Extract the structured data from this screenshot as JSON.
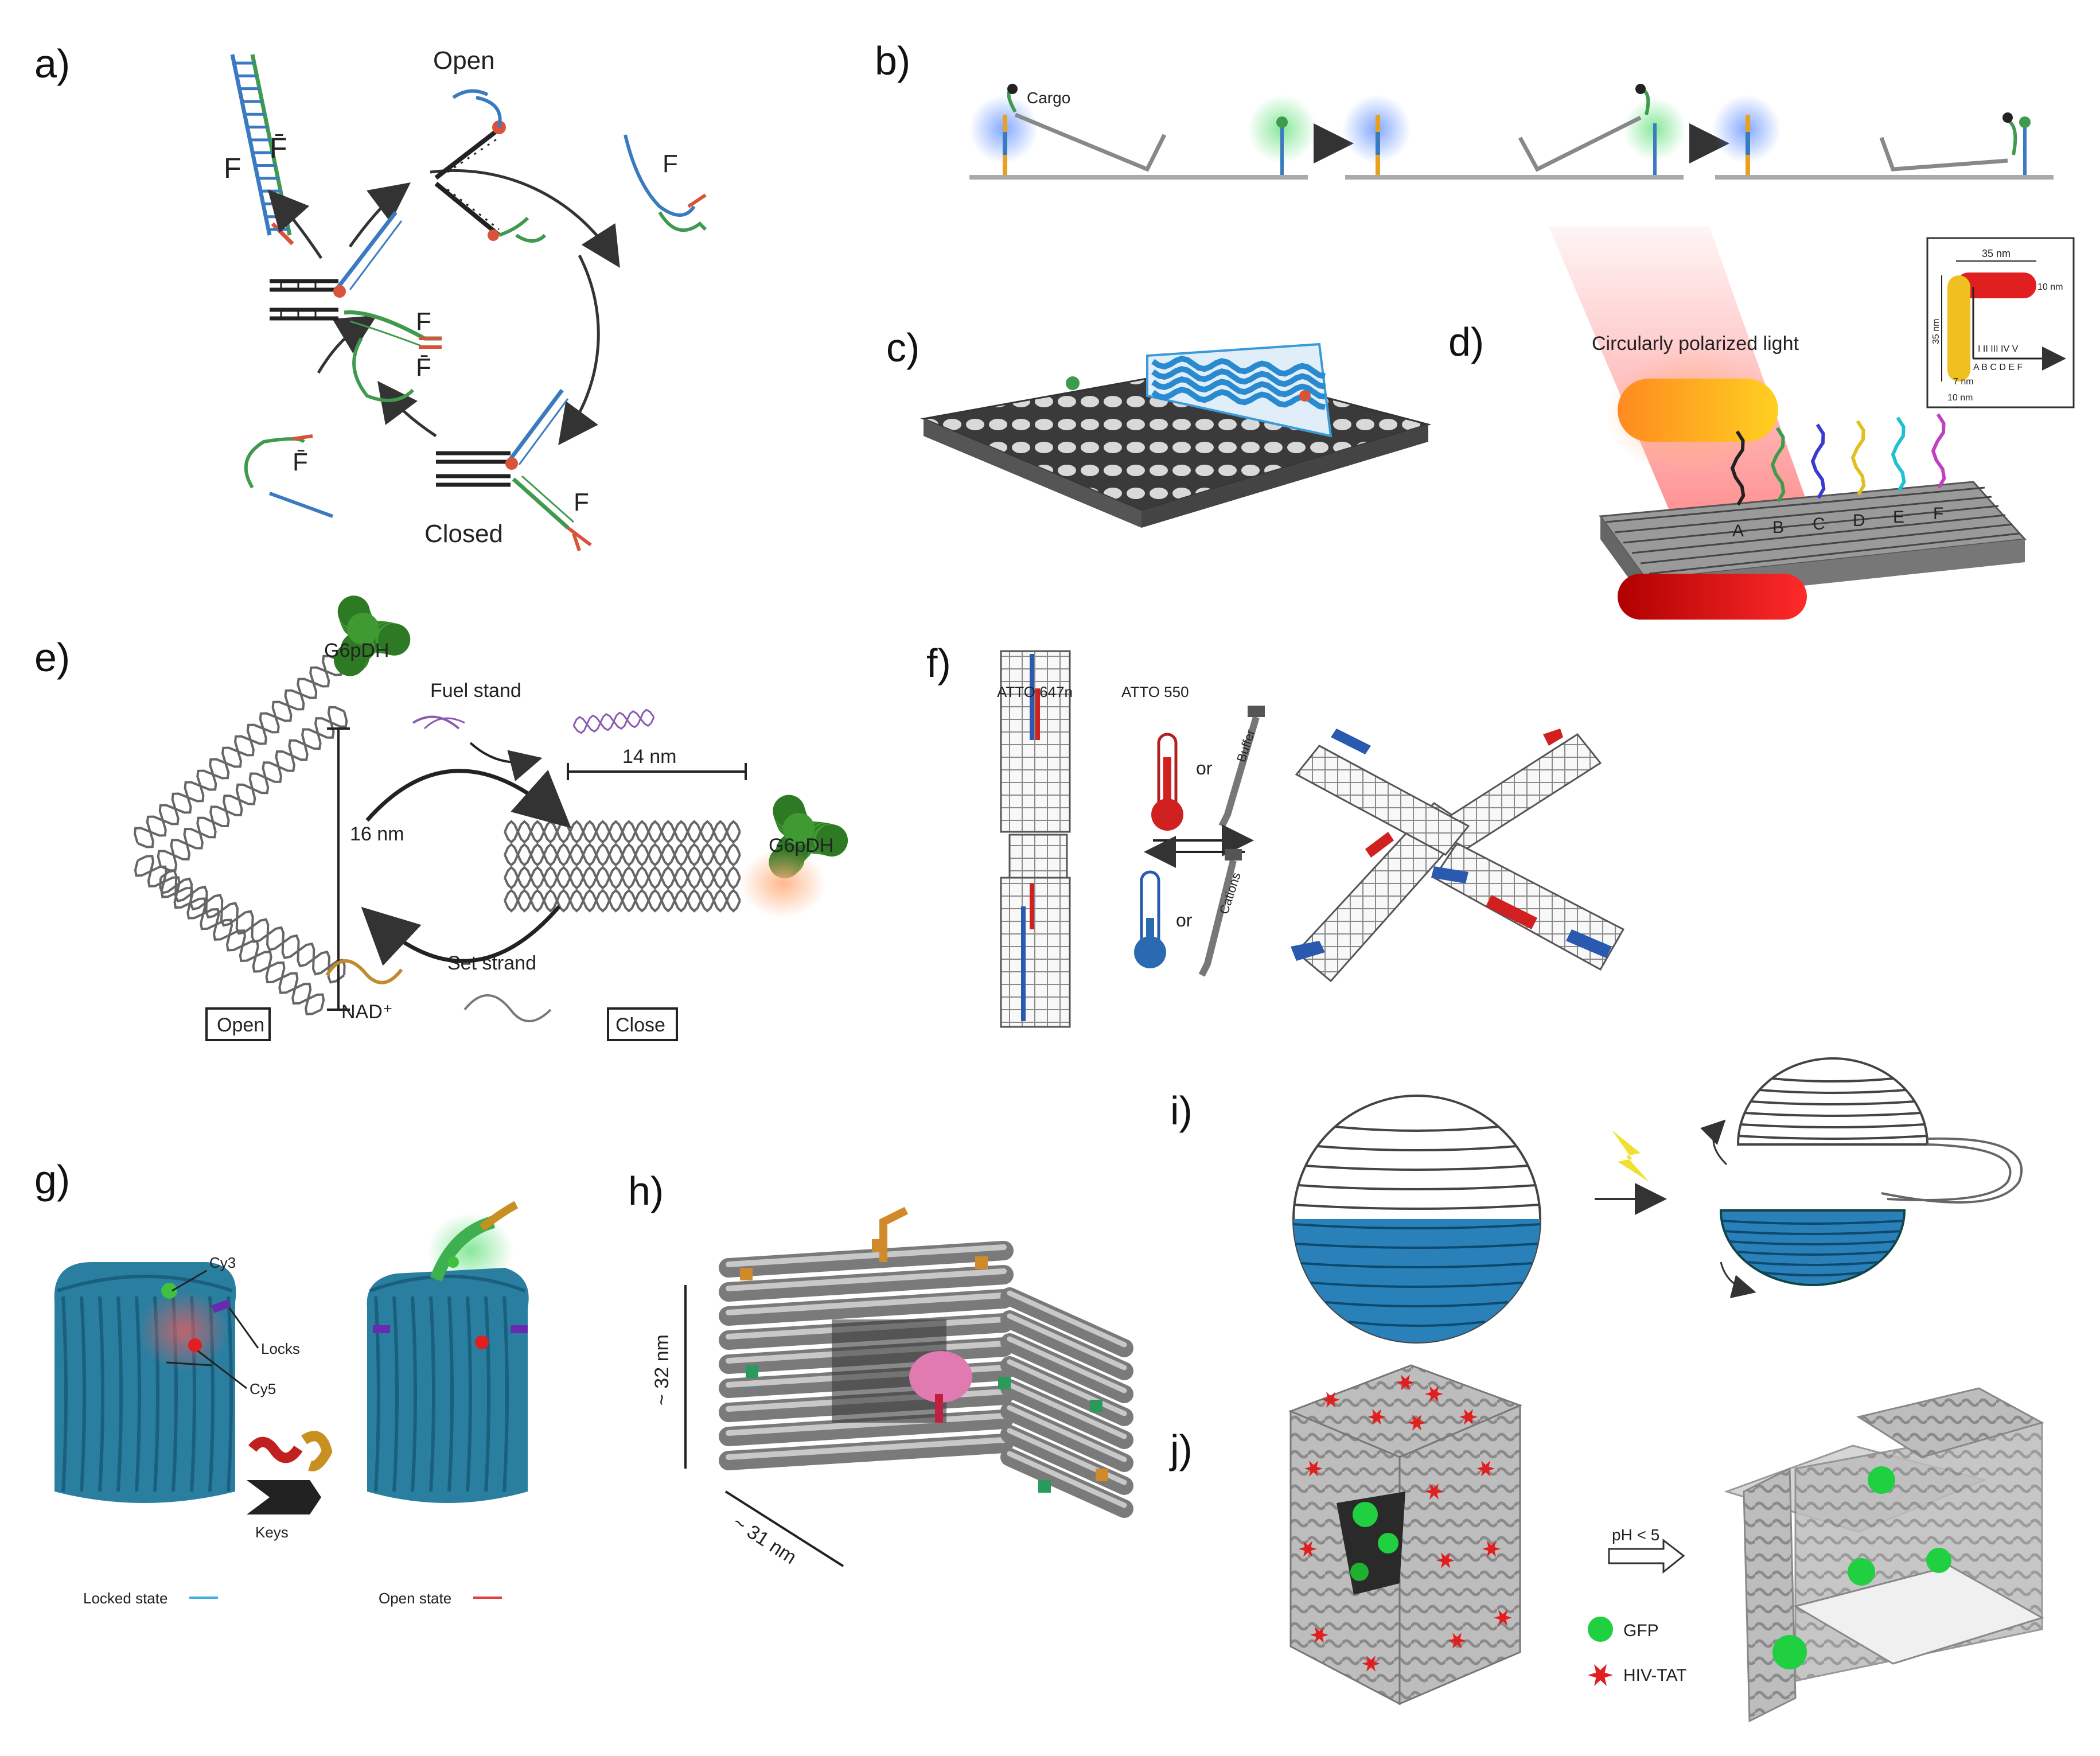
{
  "panels": {
    "a": {
      "label": "a)",
      "open": "Open",
      "closed": "Closed",
      "f": "F",
      "fbar": "F̄",
      "colors": {
        "state_text": "#d9623a",
        "blue": "#3a7ac0",
        "green": "#3f9a4e",
        "red": "#d9533a",
        "dark": "#222222"
      }
    },
    "b": {
      "label": "b)",
      "cargo": "Cargo"
    },
    "c": {
      "label": "c)"
    },
    "d": {
      "label": "d)",
      "light": "Circularly polarized light",
      "sites": [
        "A",
        "B",
        "C",
        "D",
        "E",
        "F"
      ],
      "inset": {
        "w": "35 nm",
        "h1": "10 nm",
        "h2": "35 nm",
        "s": "7 nm",
        "b": "10 nm",
        "roman": "I  II  III  IV  V",
        "letters": "A  B  C  D  E  F"
      }
    },
    "e": {
      "label": "e)",
      "enzyme": "G6pDH",
      "fuel": "Fuel stand",
      "set": "Set strand",
      "d16": "16 nm",
      "d14": "14 nm",
      "open": "Open",
      "close": "Close",
      "nad": "NAD⁺"
    },
    "f": {
      "label": "f)",
      "atto1": "ATTO\n647n",
      "atto2": "ATTO\n550",
      "or": "or",
      "buffer": "Buffer",
      "cations": "Cations"
    },
    "g": {
      "label": "g)",
      "cy3": "Cy3",
      "locks": "Locks",
      "cy5": "Cy5",
      "keys": "Keys",
      "locked": "Locked state",
      "open": "Open state"
    },
    "h": {
      "label": "h)",
      "d32": "~ 32 nm",
      "d31": "~ 31 nm"
    },
    "i": {
      "label": "i)"
    },
    "j": {
      "label": "j)",
      "ph": "pH < 5",
      "gfp": "GFP",
      "tat": "HIV-TAT"
    }
  }
}
